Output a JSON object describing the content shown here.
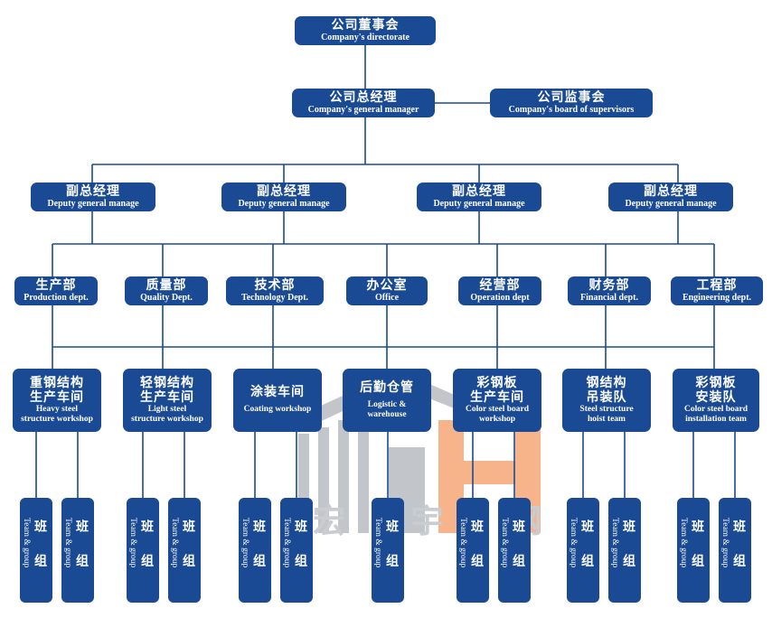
{
  "logo": {
    "lettering": "宏 宇 钢 构",
    "colors": {
      "gray": "#b8bcc2",
      "orange": "#f7b48a"
    }
  },
  "colors": {
    "box": "#1a4a93",
    "line": "#1a4a93"
  },
  "top": {
    "directorate": {
      "zh": "公司董事会",
      "en": "Company's directorate"
    },
    "gm": {
      "zh": "公司总经理",
      "en": "Company's general manager"
    },
    "supervisors": {
      "zh": "公司监事会",
      "en": "Company's board of supervisors"
    }
  },
  "deputies": [
    {
      "zh": "副总经理",
      "en": "Deputy general manage"
    },
    {
      "zh": "副总经理",
      "en": "Deputy general manage"
    },
    {
      "zh": "副总经理",
      "en": "Deputy general manage"
    },
    {
      "zh": "副总经理",
      "en": "Deputy general manage"
    }
  ],
  "departments": [
    {
      "zh": "生产部",
      "en": "Production dept."
    },
    {
      "zh": "质量部",
      "en": "Quality Dept."
    },
    {
      "zh": "技术部",
      "en": "Technology Dept."
    },
    {
      "zh": "办公室",
      "en": "Office"
    },
    {
      "zh": "经营部",
      "en": "Operation dept"
    },
    {
      "zh": "财务部",
      "en": "Financial dept."
    },
    {
      "zh": "工程部",
      "en": "Engineering dept."
    }
  ],
  "workshops": [
    {
      "zh1": "重钢结构",
      "zh2": "生产车间",
      "en1": "Heavy steel",
      "en2": "structure workshop"
    },
    {
      "zh1": "轻钢结构",
      "zh2": "生产车间",
      "en1": "Light steel",
      "en2": "structure workshop"
    },
    {
      "zh1": "涂装车间",
      "zh2": "",
      "en1": "Coating workshop",
      "en2": ""
    },
    {
      "zh1": "后勤仓管",
      "zh2": "",
      "en1": "Logistic &",
      "en2": "warehouse"
    },
    {
      "zh1": "彩钢板",
      "zh2": "生产车间",
      "en1": "Color steel board",
      "en2": "workshop"
    },
    {
      "zh1": "钢结构",
      "zh2": "吊装队",
      "en1": "Steel structure",
      "en2": "hoist team"
    },
    {
      "zh1": "彩钢板",
      "zh2": "安装队",
      "en1": "Color steel board",
      "en2": "installation team"
    }
  ],
  "team": {
    "zh": "班组",
    "en": "Team & group"
  }
}
